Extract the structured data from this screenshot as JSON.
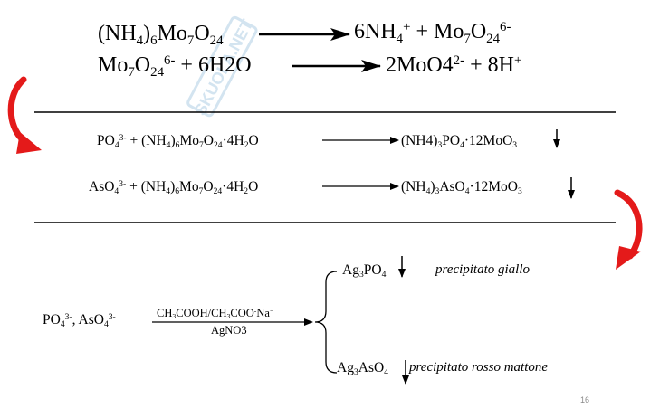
{
  "slide": {
    "page_number": "16",
    "watermark": "SKUOLA.NET",
    "reaction1": {
      "left": "(NH4)6Mo7O24",
      "right": "6NH4+ + Mo7O246-"
    },
    "reaction2": {
      "left": "Mo7O246- + 6H2O",
      "right": "2MoO42- + 8H+"
    },
    "reaction3": {
      "left": "PO43- + (NH4)6Mo7O24·4H2O",
      "right": "(NH4)3PO4·12MoO3"
    },
    "reaction4": {
      "left": "AsO43- + (NH4)6Mo7O24·4H2O",
      "right": "(NH4)3AsO4·12MoO3"
    },
    "reactants": "PO43-, AsO43-",
    "reagent_top": "CH3COOH/CH3COO-Na+",
    "reagent_bottom": "AgNO3",
    "product1": {
      "formula": "Ag3PO4",
      "label": "precipitato giallo"
    },
    "product2": {
      "formula": "Ag3AsO4",
      "label": "precipitato rosso mattone"
    },
    "colors": {
      "curved_arrow": "#e41a1a",
      "text": "#000000",
      "watermark": "#9fc4e0"
    }
  }
}
